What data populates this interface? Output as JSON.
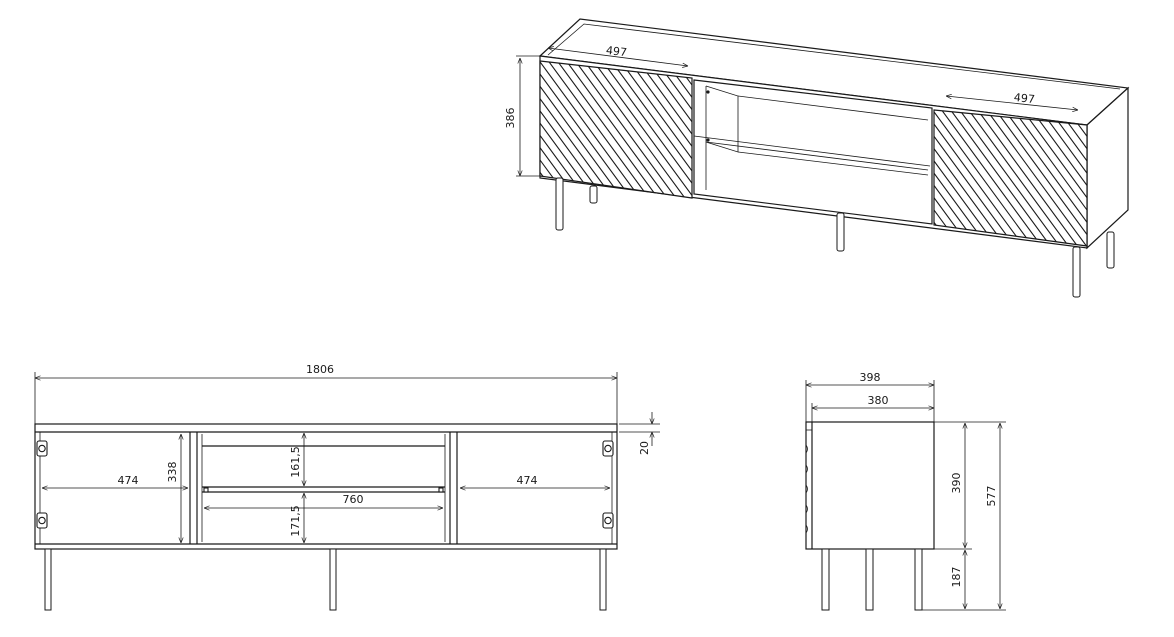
{
  "iso_view": {
    "door_width_left": "497",
    "door_width_right": "497",
    "height": "386"
  },
  "front_view": {
    "overall_width": "1806",
    "left_inner_width": "474",
    "right_inner_width": "474",
    "inner_height": "338",
    "top_thickness": "20",
    "shelf_upper": "161,5",
    "shelf_lower": "171,5",
    "middle_width": "760"
  },
  "side_view": {
    "outer_depth": "398",
    "inner_depth": "380",
    "body_height": "390",
    "overall_height": "577",
    "leg_height": "187"
  }
}
